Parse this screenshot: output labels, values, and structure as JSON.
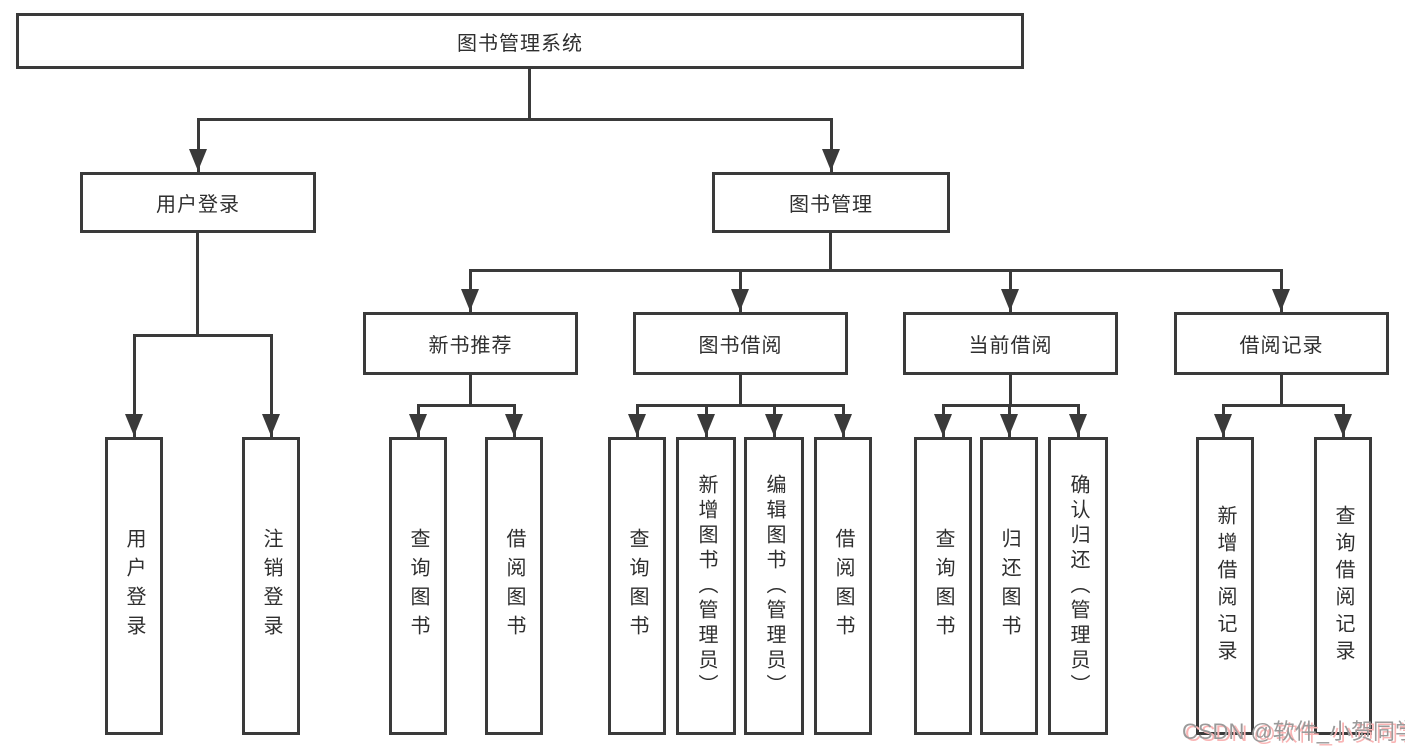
{
  "colors": {
    "line": "#3a3a3a",
    "text": "#2f2f2f",
    "background": "#ffffff",
    "watermark_text": "#9a9a9a",
    "watermark_shadow": "#f9b4b4"
  },
  "watermark": {
    "text": "CSDN @软件_小贺同学"
  },
  "tree": {
    "root": {
      "label": "图书管理系统",
      "children": [
        {
          "label": "用户登录",
          "children": [
            {
              "label": "用户登录"
            },
            {
              "label": "注销登录"
            }
          ]
        },
        {
          "label": "图书管理",
          "children": [
            {
              "label": "新书推荐",
              "children": [
                {
                  "label": "查询图书"
                },
                {
                  "label": "借阅图书"
                }
              ]
            },
            {
              "label": "图书借阅",
              "children": [
                {
                  "label": "查询图书"
                },
                {
                  "label": "新增图书（管理员）"
                },
                {
                  "label": "编辑图书（管理员）"
                },
                {
                  "label": "借阅图书"
                }
              ]
            },
            {
              "label": "当前借阅",
              "children": [
                {
                  "label": "查询图书"
                },
                {
                  "label": "归还图书"
                },
                {
                  "label": "确认归还（管理员）"
                }
              ]
            },
            {
              "label": "借阅记录",
              "children": [
                {
                  "label": "新增借阅记录"
                },
                {
                  "label": "查询借阅记录"
                }
              ]
            }
          ]
        }
      ]
    }
  }
}
